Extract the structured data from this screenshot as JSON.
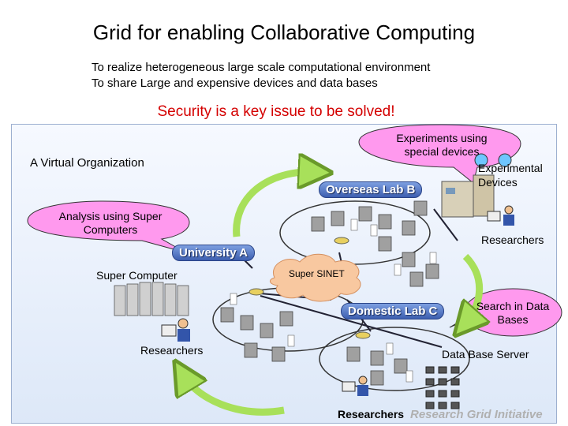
{
  "title": "Grid for enabling Collaborative Computing",
  "goals": [
    "To realize heterogeneous large scale computational environment",
    "To share Large and expensive devices and data bases"
  ],
  "security_note": "Security is a key issue to be solved!",
  "diagram": {
    "virtual_org": "A Virtual Organization",
    "bubbles": {
      "experiments": "Experiments using special devices",
      "analysis": "Analysis using Super Computers",
      "search": "Search in Data Bases"
    },
    "sites": {
      "overseas": "Overseas Lab B",
      "university": "University A",
      "domestic": "Domestic Lab C"
    },
    "network": "Super SINET",
    "labels": {
      "experimental_devices": "Experimental Devices",
      "researchers_right": "Researchers",
      "super_computer": "Super Computer",
      "researchers_left": "Researchers",
      "db_server": "Data Base Server",
      "researchers_bottom": "Researchers"
    },
    "footer": "Research Grid Initiative"
  },
  "colors": {
    "bubble": "#ff99ee",
    "arrow": "#a8e05a",
    "pill": "#4a6cc0",
    "security": "#d40000"
  }
}
